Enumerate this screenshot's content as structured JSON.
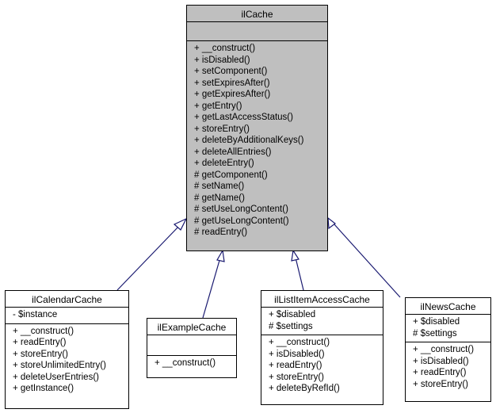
{
  "classes": {
    "ilCache": {
      "name": "ilCache",
      "attributes": [],
      "methods": [
        "+ __construct()",
        "+ isDisabled()",
        "+ setComponent()",
        "+ setExpiresAfter()",
        "+ getExpiresAfter()",
        "+ getEntry()",
        "+ getLastAccessStatus()",
        "+ storeEntry()",
        "+ deleteByAdditionalKeys()",
        "+ deleteAllEntries()",
        "+ deleteEntry()",
        "# getComponent()",
        "# setName()",
        "# getName()",
        "# setUseLongContent()",
        "# getUseLongContent()",
        "# readEntry()"
      ]
    },
    "ilCalendarCache": {
      "name": "ilCalendarCache",
      "attributes": [
        "- $instance"
      ],
      "methods": [
        "+ __construct()",
        "+ readEntry()",
        "+ storeEntry()",
        "+ storeUnlimitedEntry()",
        "+ deleteUserEntries()",
        "+ getInstance()"
      ]
    },
    "ilExampleCache": {
      "name": "ilExampleCache",
      "attributes": [],
      "methods": [
        "+ __construct()"
      ]
    },
    "ilListItemAccessCache": {
      "name": "ilListItemAccessCache",
      "attributes": [
        "+ $disabled",
        "# $settings"
      ],
      "methods": [
        "+ __construct()",
        "+ isDisabled()",
        "+ readEntry()",
        "+ storeEntry()",
        "+ deleteByRefId()"
      ]
    },
    "ilNewsCache": {
      "name": "ilNewsCache",
      "attributes": [
        "+ $disabled",
        "# $settings"
      ],
      "methods": [
        "+ __construct()",
        "+ isDisabled()",
        "+ readEntry()",
        "+ storeEntry()"
      ]
    }
  },
  "colors": {
    "base_fill": "#bfbfbf",
    "edge": "#191970",
    "border": "#000000"
  },
  "edges": [
    {
      "from": "ilCalendarCache",
      "to": "ilCache",
      "kind": "inheritance"
    },
    {
      "from": "ilExampleCache",
      "to": "ilCache",
      "kind": "inheritance"
    },
    {
      "from": "ilListItemAccessCache",
      "to": "ilCache",
      "kind": "inheritance"
    },
    {
      "from": "ilNewsCache",
      "to": "ilCache",
      "kind": "inheritance"
    }
  ]
}
